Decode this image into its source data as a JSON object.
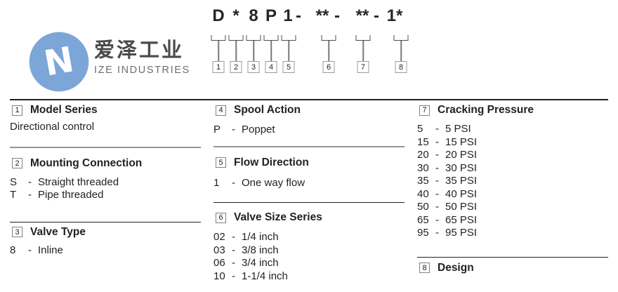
{
  "brand": {
    "name_cn": "爱泽工业",
    "name_en": "IZE INDUSTRIES"
  },
  "colors": {
    "logo_blue": "#7ba6d7",
    "text_dark": "#231f20",
    "line_gray": "#939598",
    "box_gray": "#808285"
  },
  "model_code": {
    "full": "D * 8 P 1 - ** - ** - 1*",
    "parts": [
      "D",
      "*",
      "8",
      "P",
      "1",
      "-",
      "**",
      "-",
      "**",
      "-",
      "1*"
    ],
    "segment_numbers": [
      "1",
      "2",
      "3",
      "4",
      "5",
      "6",
      "7",
      "8"
    ]
  },
  "sections": [
    {
      "num": "1",
      "title": "Model Series",
      "items": [
        {
          "code": "",
          "label": "Directional control"
        }
      ]
    },
    {
      "num": "2",
      "title": "Mounting Connection",
      "items": [
        {
          "code": "S",
          "label": "Straight threaded"
        },
        {
          "code": "T",
          "label": "Pipe threaded"
        }
      ]
    },
    {
      "num": "3",
      "title": "Valve Type",
      "items": [
        {
          "code": "8",
          "label": "Inline"
        }
      ]
    },
    {
      "num": "4",
      "title": "Spool Action",
      "items": [
        {
          "code": "P",
          "label": "Poppet"
        }
      ]
    },
    {
      "num": "5",
      "title": "Flow Direction",
      "items": [
        {
          "code": "1",
          "label": "One way flow"
        }
      ]
    },
    {
      "num": "6",
      "title": "Valve Size Series",
      "items": [
        {
          "code": "02",
          "label": "1/4 inch"
        },
        {
          "code": "03",
          "label": "3/8 inch"
        },
        {
          "code": "06",
          "label": "3/4 inch"
        },
        {
          "code": "10",
          "label": "1-1/4 inch"
        }
      ]
    },
    {
      "num": "7",
      "title": "Cracking Pressure",
      "items": [
        {
          "code": "5",
          "label": "5 PSI"
        },
        {
          "code": "15",
          "label": "15 PSI"
        },
        {
          "code": "20",
          "label": "20 PSI"
        },
        {
          "code": "30",
          "label": "30 PSI"
        },
        {
          "code": "35",
          "label": "35 PSI"
        },
        {
          "code": "40",
          "label": "40 PSI"
        },
        {
          "code": "50",
          "label": "50 PSI"
        },
        {
          "code": "65",
          "label": "65 PSI"
        },
        {
          "code": "95",
          "label": "95 PSI"
        }
      ]
    },
    {
      "num": "8",
      "title": "Design",
      "items": []
    }
  ]
}
